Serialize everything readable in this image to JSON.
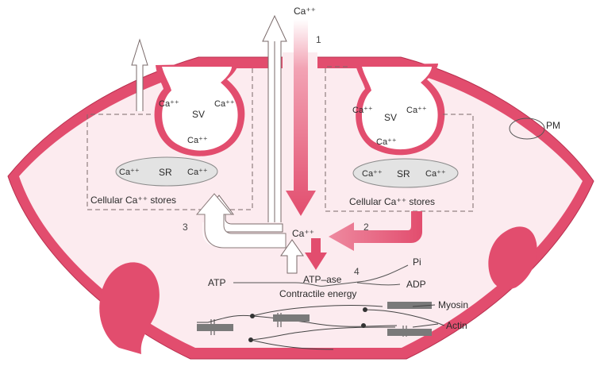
{
  "labels": {
    "ca_entry": "Ca⁺⁺",
    "pm": "PM",
    "left_sv_ca_1": "Ca⁺⁺",
    "left_sv": "SV",
    "left_sv_ca_2": "Ca⁺⁺",
    "left_sv_ca_3": "Ca⁺⁺",
    "right_sv_ca_1": "Ca⁺⁺",
    "right_sv": "SV",
    "right_sv_ca_2": "Ca⁺⁺",
    "right_sv_ca_3": "Ca⁺⁺",
    "left_sr_ca_1": "Ca⁺⁺",
    "left_sr": "SR",
    "left_sr_ca_2": "Ca⁺⁺",
    "right_sr_ca_1": "Ca⁺⁺",
    "right_sr": "SR",
    "right_sr_ca_2": "Ca⁺⁺",
    "left_stores": "Cellular Ca⁺⁺ stores",
    "right_stores": "Cellular Ca⁺⁺ stores",
    "center_ca": "Ca⁺⁺",
    "atp": "ATP",
    "atpase": "ATP–ase",
    "pi": "Pi",
    "adp": "ADP",
    "contractile_energy": "Contractile energy",
    "myosin": "Myosin",
    "actin": "Actin"
  },
  "steps": [
    "1",
    "2",
    "3",
    "4"
  ],
  "colors": {
    "membrane": "#e24d6e",
    "membrane_dark": "#b8304f",
    "cytoplasm": "#fcebef",
    "organelle": "#e3e3e3",
    "filament": "#7a7a7a",
    "arrow_red": "#e24d6e"
  }
}
